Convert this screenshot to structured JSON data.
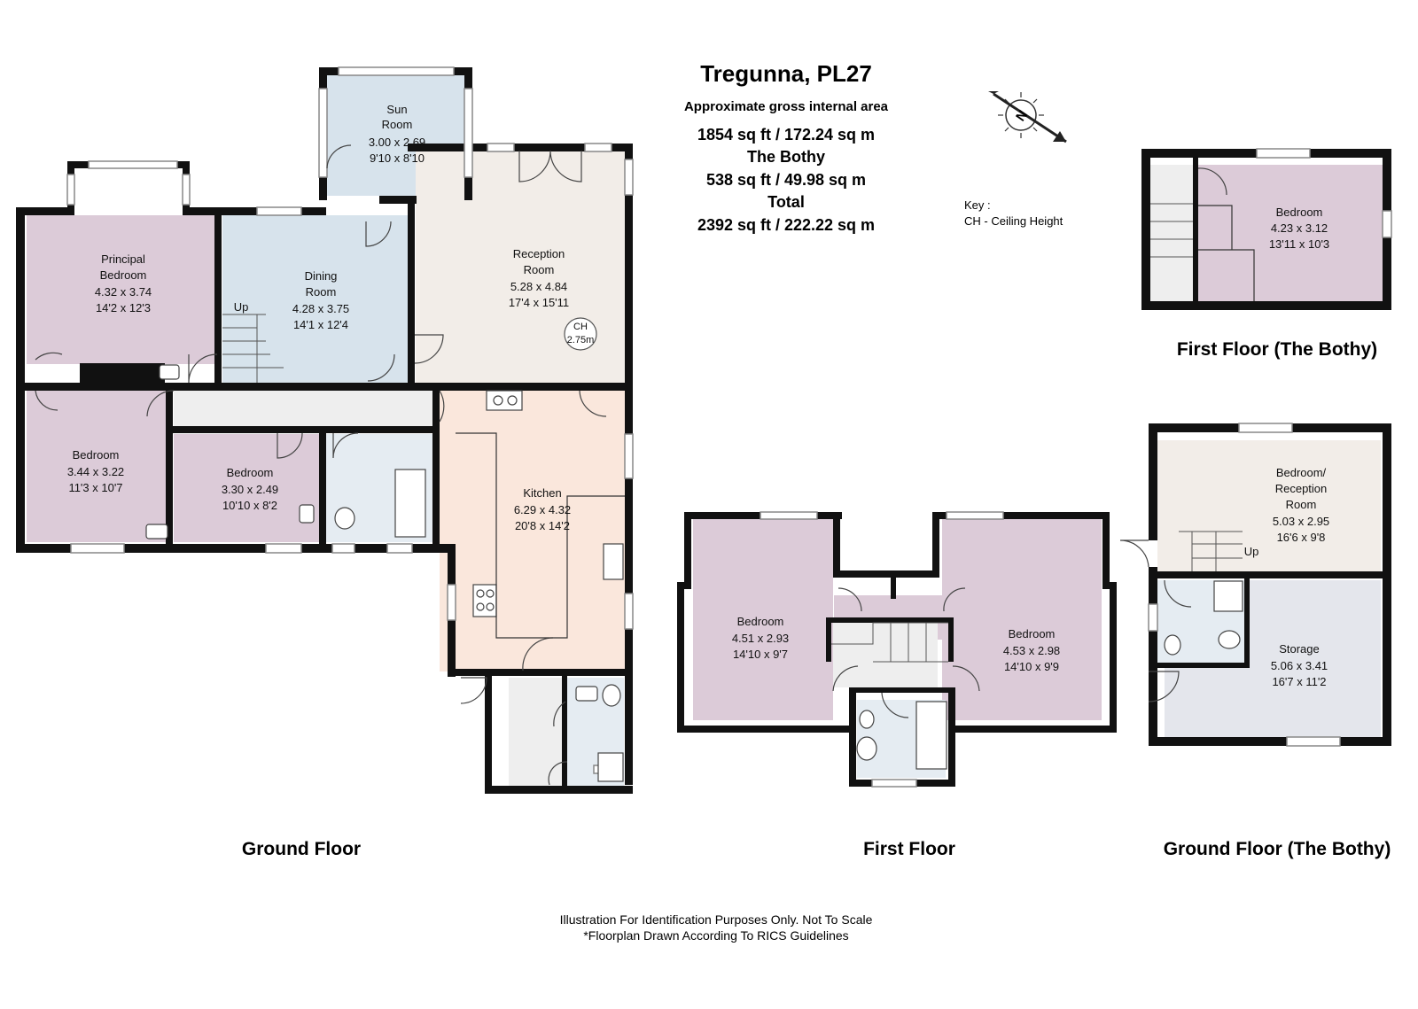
{
  "header": {
    "title": "Tregunna, PL27",
    "subtitle": "Approximate gross internal area",
    "main_area": "1854 sq ft  /  172.24 sq m",
    "bothy_label": "The Bothy",
    "bothy_area": "538 sq ft  /  49.98 sq m",
    "total_label": "Total",
    "total_area": "2392 sq ft  /  222.22 sq m"
  },
  "compass": {
    "letter": "N"
  },
  "key": {
    "title": "Key :",
    "item": "CH - Ceiling Height"
  },
  "colors": {
    "bedroom": "#dccbd8",
    "living": "#f2ede8",
    "dining": "#d7e3ec",
    "kitchen": "#fae7dc",
    "bath": "#e5ecf2",
    "storage": "#e4e6ec",
    "hall": "#eeeeee"
  },
  "floors": {
    "ground": "Ground Floor",
    "first": "First Floor",
    "bothy_ground": "Ground Floor (The Bothy)",
    "bothy_first": "First Floor (The Bothy)"
  },
  "rooms": {
    "sun": {
      "name": [
        "Sun",
        "Room"
      ],
      "metric": "3.00 x 2.69",
      "imperial": "9'10 x 8'10"
    },
    "principal": {
      "name": [
        "Principal",
        "Bedroom"
      ],
      "metric": "4.32 x 3.74",
      "imperial": "14'2 x 12'3"
    },
    "dining": {
      "name": [
        "Dining",
        "Room"
      ],
      "metric": "4.28 x 3.75",
      "imperial": "14'1 x 12'4"
    },
    "reception": {
      "name": [
        "Reception",
        "Room"
      ],
      "metric": "5.28 x 4.84",
      "imperial": "17'4 x 15'11"
    },
    "bed2": {
      "name": [
        "Bedroom"
      ],
      "metric": "3.44 x 3.22",
      "imperial": "11'3 x 10'7"
    },
    "bed3": {
      "name": [
        "Bedroom"
      ],
      "metric": "3.30 x 2.49",
      "imperial": "10'10 x 8'2"
    },
    "kitchen": {
      "name": [
        "Kitchen"
      ],
      "metric": "6.29 x 4.32",
      "imperial": "20'8 x 14'2"
    },
    "ff_bed1": {
      "name": [
        "Bedroom"
      ],
      "metric": "4.51 x 2.93",
      "imperial": "14'10 x 9'7"
    },
    "ff_bed2": {
      "name": [
        "Bedroom"
      ],
      "metric": "4.53 x 2.98",
      "imperial": "14'10 x 9'9"
    },
    "bothy_first_bed": {
      "name": [
        "Bedroom"
      ],
      "metric": "4.23 x 3.12",
      "imperial": "13'11 x 10'3"
    },
    "bothy_bedrec": {
      "name": [
        "Bedroom/",
        "Reception",
        "Room"
      ],
      "metric": "5.03 x 2.95",
      "imperial": "16'6 x 9'8"
    },
    "bothy_storage": {
      "name": [
        "Storage"
      ],
      "metric": "5.06 x 3.41",
      "imperial": "16'7 x 11'2"
    }
  },
  "ceiling": {
    "label": "CH",
    "value": "2.75m"
  },
  "stairs_label": "Up",
  "footer": {
    "line1": "Illustration For Identification Purposes Only. Not To Scale",
    "line2": "*Floorplan Drawn According To RICS Guidelines"
  }
}
